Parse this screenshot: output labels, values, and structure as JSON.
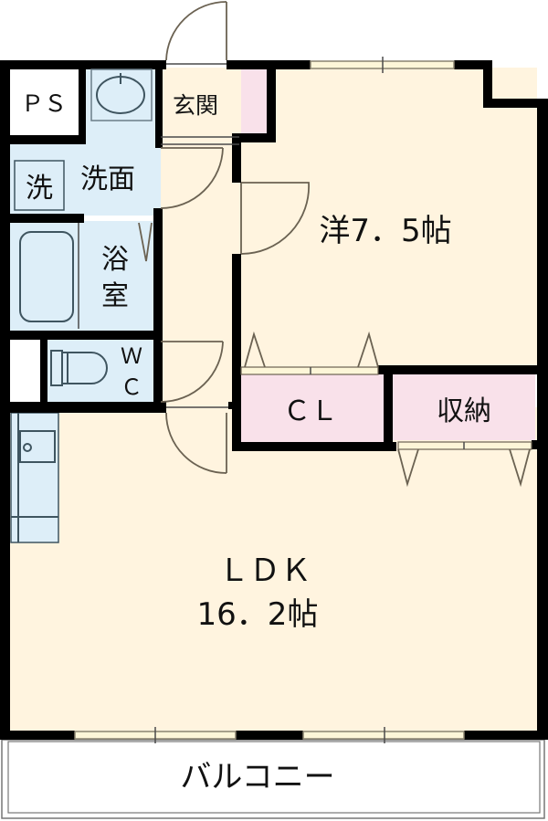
{
  "floor_plan": {
    "colors": {
      "wall": "#000000",
      "dry_room": "#FFF4DF",
      "wet_room": "#DDEEF8",
      "storage": "#F9E1EA",
      "ps": "#FFFFFF",
      "window": "#FDF6D8",
      "balcony": "#FFFFFF"
    },
    "rooms": {
      "ps": {
        "label": "ＰＳ"
      },
      "entrance": {
        "label": "玄関"
      },
      "washroom": {
        "label": "洗面",
        "washer_label": "洗"
      },
      "bathroom": {
        "label_line1": "浴",
        "label_line2": "室"
      },
      "wc": {
        "label_line1": "Ｗ",
        "label_line2": "Ｃ"
      },
      "western_room": {
        "label": "洋7．5帖"
      },
      "closet": {
        "label": "ＣＬ"
      },
      "storage": {
        "label": "収納"
      },
      "ldk": {
        "label_line1": "ＬＤＫ",
        "label_line2": "16．2帖"
      },
      "balcony": {
        "label": "バルコニー"
      }
    }
  }
}
